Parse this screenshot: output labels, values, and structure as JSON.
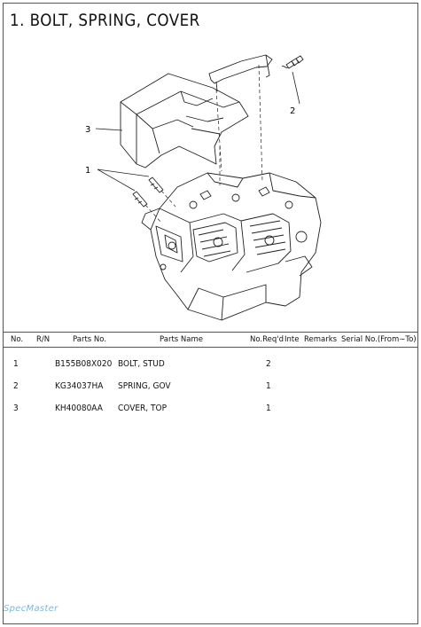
{
  "page": {
    "title": "1. BOLT, SPRING, COVER"
  },
  "diagram": {
    "callouts": [
      "1",
      "2",
      "3"
    ]
  },
  "table": {
    "headers": {
      "no": "No.",
      "rn": "R/N",
      "parts_no": "Parts No.",
      "parts_name": "Parts Name",
      "no_reqd": "No.Req'd",
      "inte": "Inte",
      "remarks": "Remarks",
      "serial_no": "Serial No.(From∼To)"
    },
    "rows": [
      {
        "no": "1",
        "parts_no": "B155B08X020",
        "parts_name": "BOLT, STUD",
        "qty": "2"
      },
      {
        "no": "2",
        "parts_no": "KG34037HA",
        "parts_name": "SPRING, GOV",
        "qty": "1"
      },
      {
        "no": "3",
        "parts_no": "KH40080AA",
        "parts_name": "COVER, TOP",
        "qty": "1"
      }
    ]
  },
  "watermark": {
    "text": "SpecMaster"
  }
}
